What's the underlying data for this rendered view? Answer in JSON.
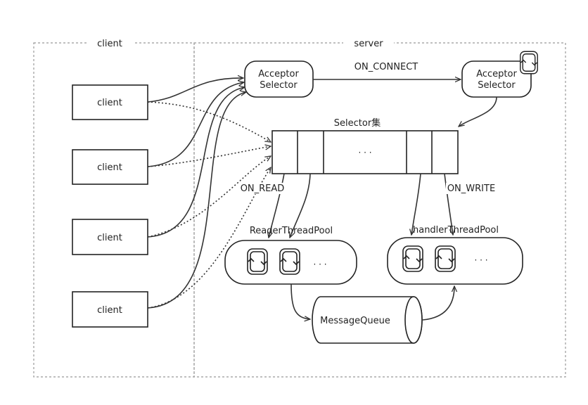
{
  "regions": {
    "client_title": "client",
    "server_title": "server"
  },
  "clients": [
    "client",
    "client",
    "client",
    "client"
  ],
  "acceptor_left": {
    "line1": "Acceptor",
    "line2": "Selector"
  },
  "acceptor_right": {
    "line1": "Acceptor",
    "line2": "Selector"
  },
  "edges": {
    "on_connect": "ON_CONNECT",
    "on_read": "ON_READ",
    "on_write": "ON_WRITE"
  },
  "selector_set": {
    "title": "Selector集",
    "ellipsis": "· · ·"
  },
  "reader_pool": {
    "title": "ReaderThreadPool",
    "ellipsis": "· · ·"
  },
  "handler_pool": {
    "title": "handlerThreadPool",
    "ellipsis": "· · ·"
  },
  "message_queue": {
    "label": "MessageQueue"
  },
  "icons": {
    "thread": "thread-loop-icon"
  }
}
